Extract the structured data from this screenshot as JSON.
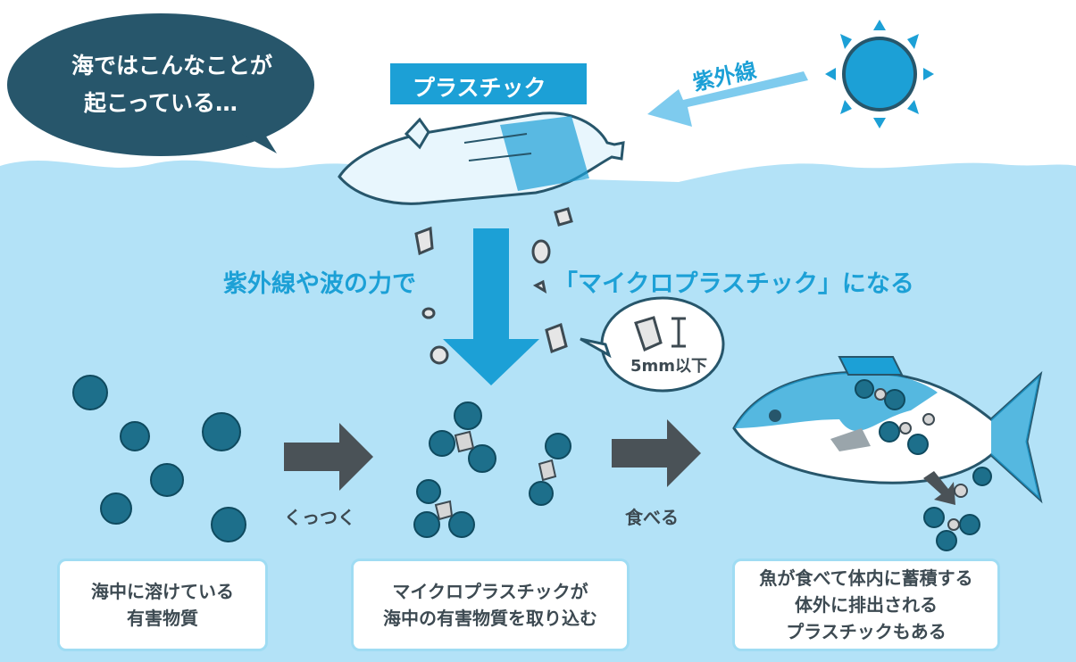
{
  "speech_bubble": {
    "line1": "海ではこんなことが",
    "line2": "起こっている…"
  },
  "plastic_label": "プラスチック",
  "uv_label": "紫外線",
  "process": {
    "left": "紫外線や波の力で",
    "right": "「マイクロプラスチック」になる"
  },
  "size_note": "5mm以下",
  "steps": {
    "stick": "くっつく",
    "eat": "食べる"
  },
  "boxes": [
    {
      "lines": [
        "海中に溶けている",
        "有害物質"
      ]
    },
    {
      "lines": [
        "マイクロプラスチックが",
        "海中の有害物質を取り込む"
      ]
    },
    {
      "lines": [
        "魚が食べて体内に蓄積する",
        "体外に排出される",
        "プラスチックもある"
      ]
    }
  ],
  "colors": {
    "sea": "#b3e2f7",
    "accent": "#1ca0d6",
    "dark_teal": "#27566b",
    "toxin": "#1d6f8b",
    "arrow_gray": "#4a5257",
    "text": "#3d4a52"
  }
}
